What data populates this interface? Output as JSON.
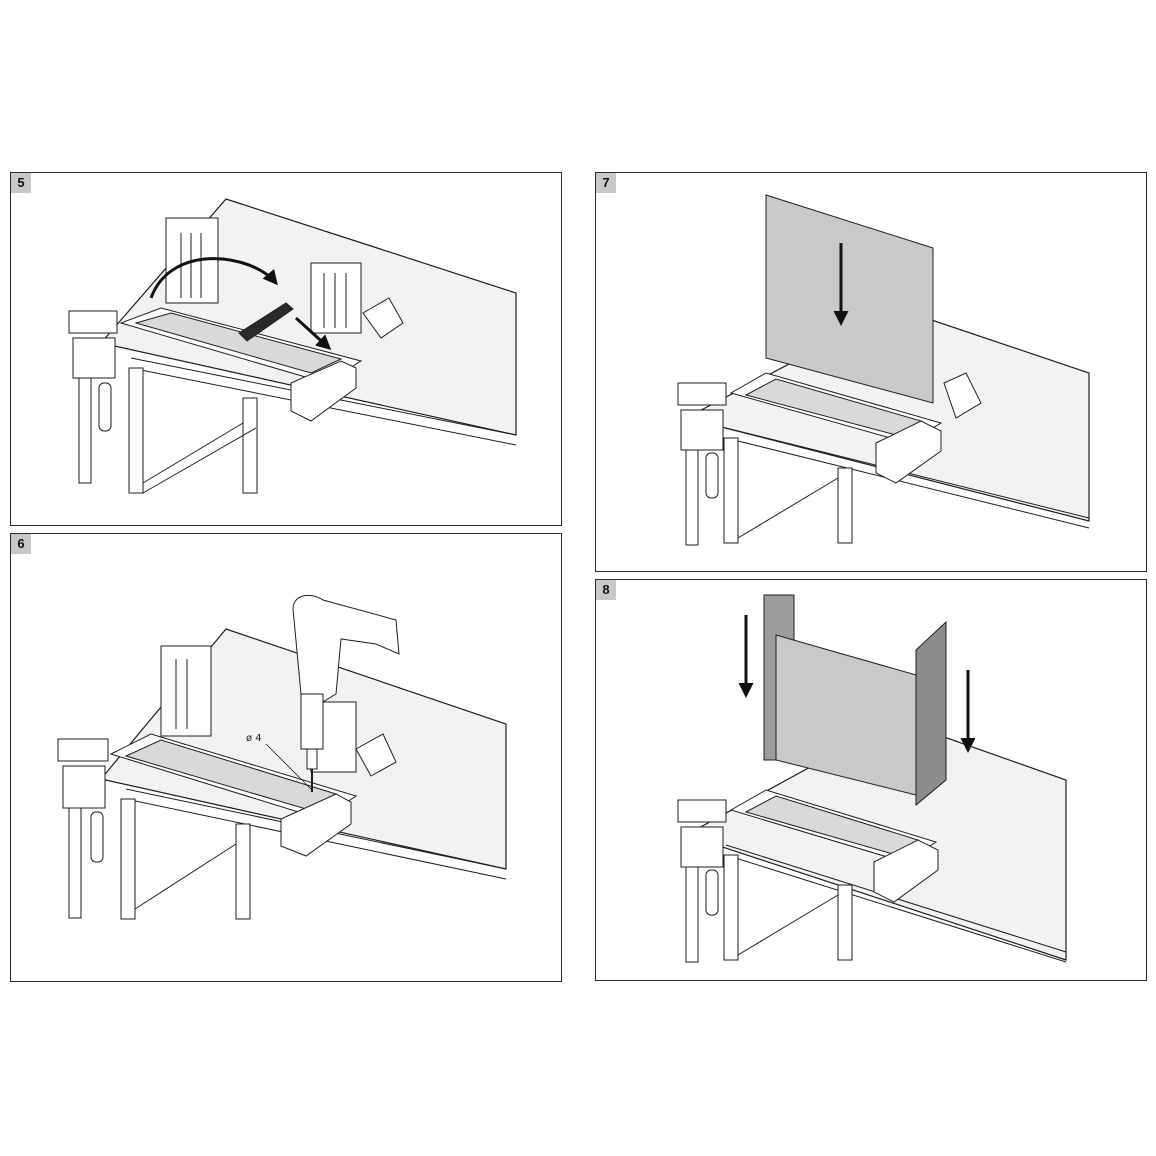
{
  "panels": [
    {
      "number": "5"
    },
    {
      "number": "6",
      "drill_diameter_label": "ø 4"
    },
    {
      "number": "7"
    },
    {
      "number": "8"
    }
  ],
  "colors": {
    "line": "#1e1e1e",
    "surface": "#f2f2f2",
    "board": "#cfcfcf",
    "plate": "#bdbdbd",
    "arrow": "#111111"
  },
  "icons": [
    "curved-arrow-icon",
    "down-arrow-icon",
    "power-drill-icon"
  ]
}
